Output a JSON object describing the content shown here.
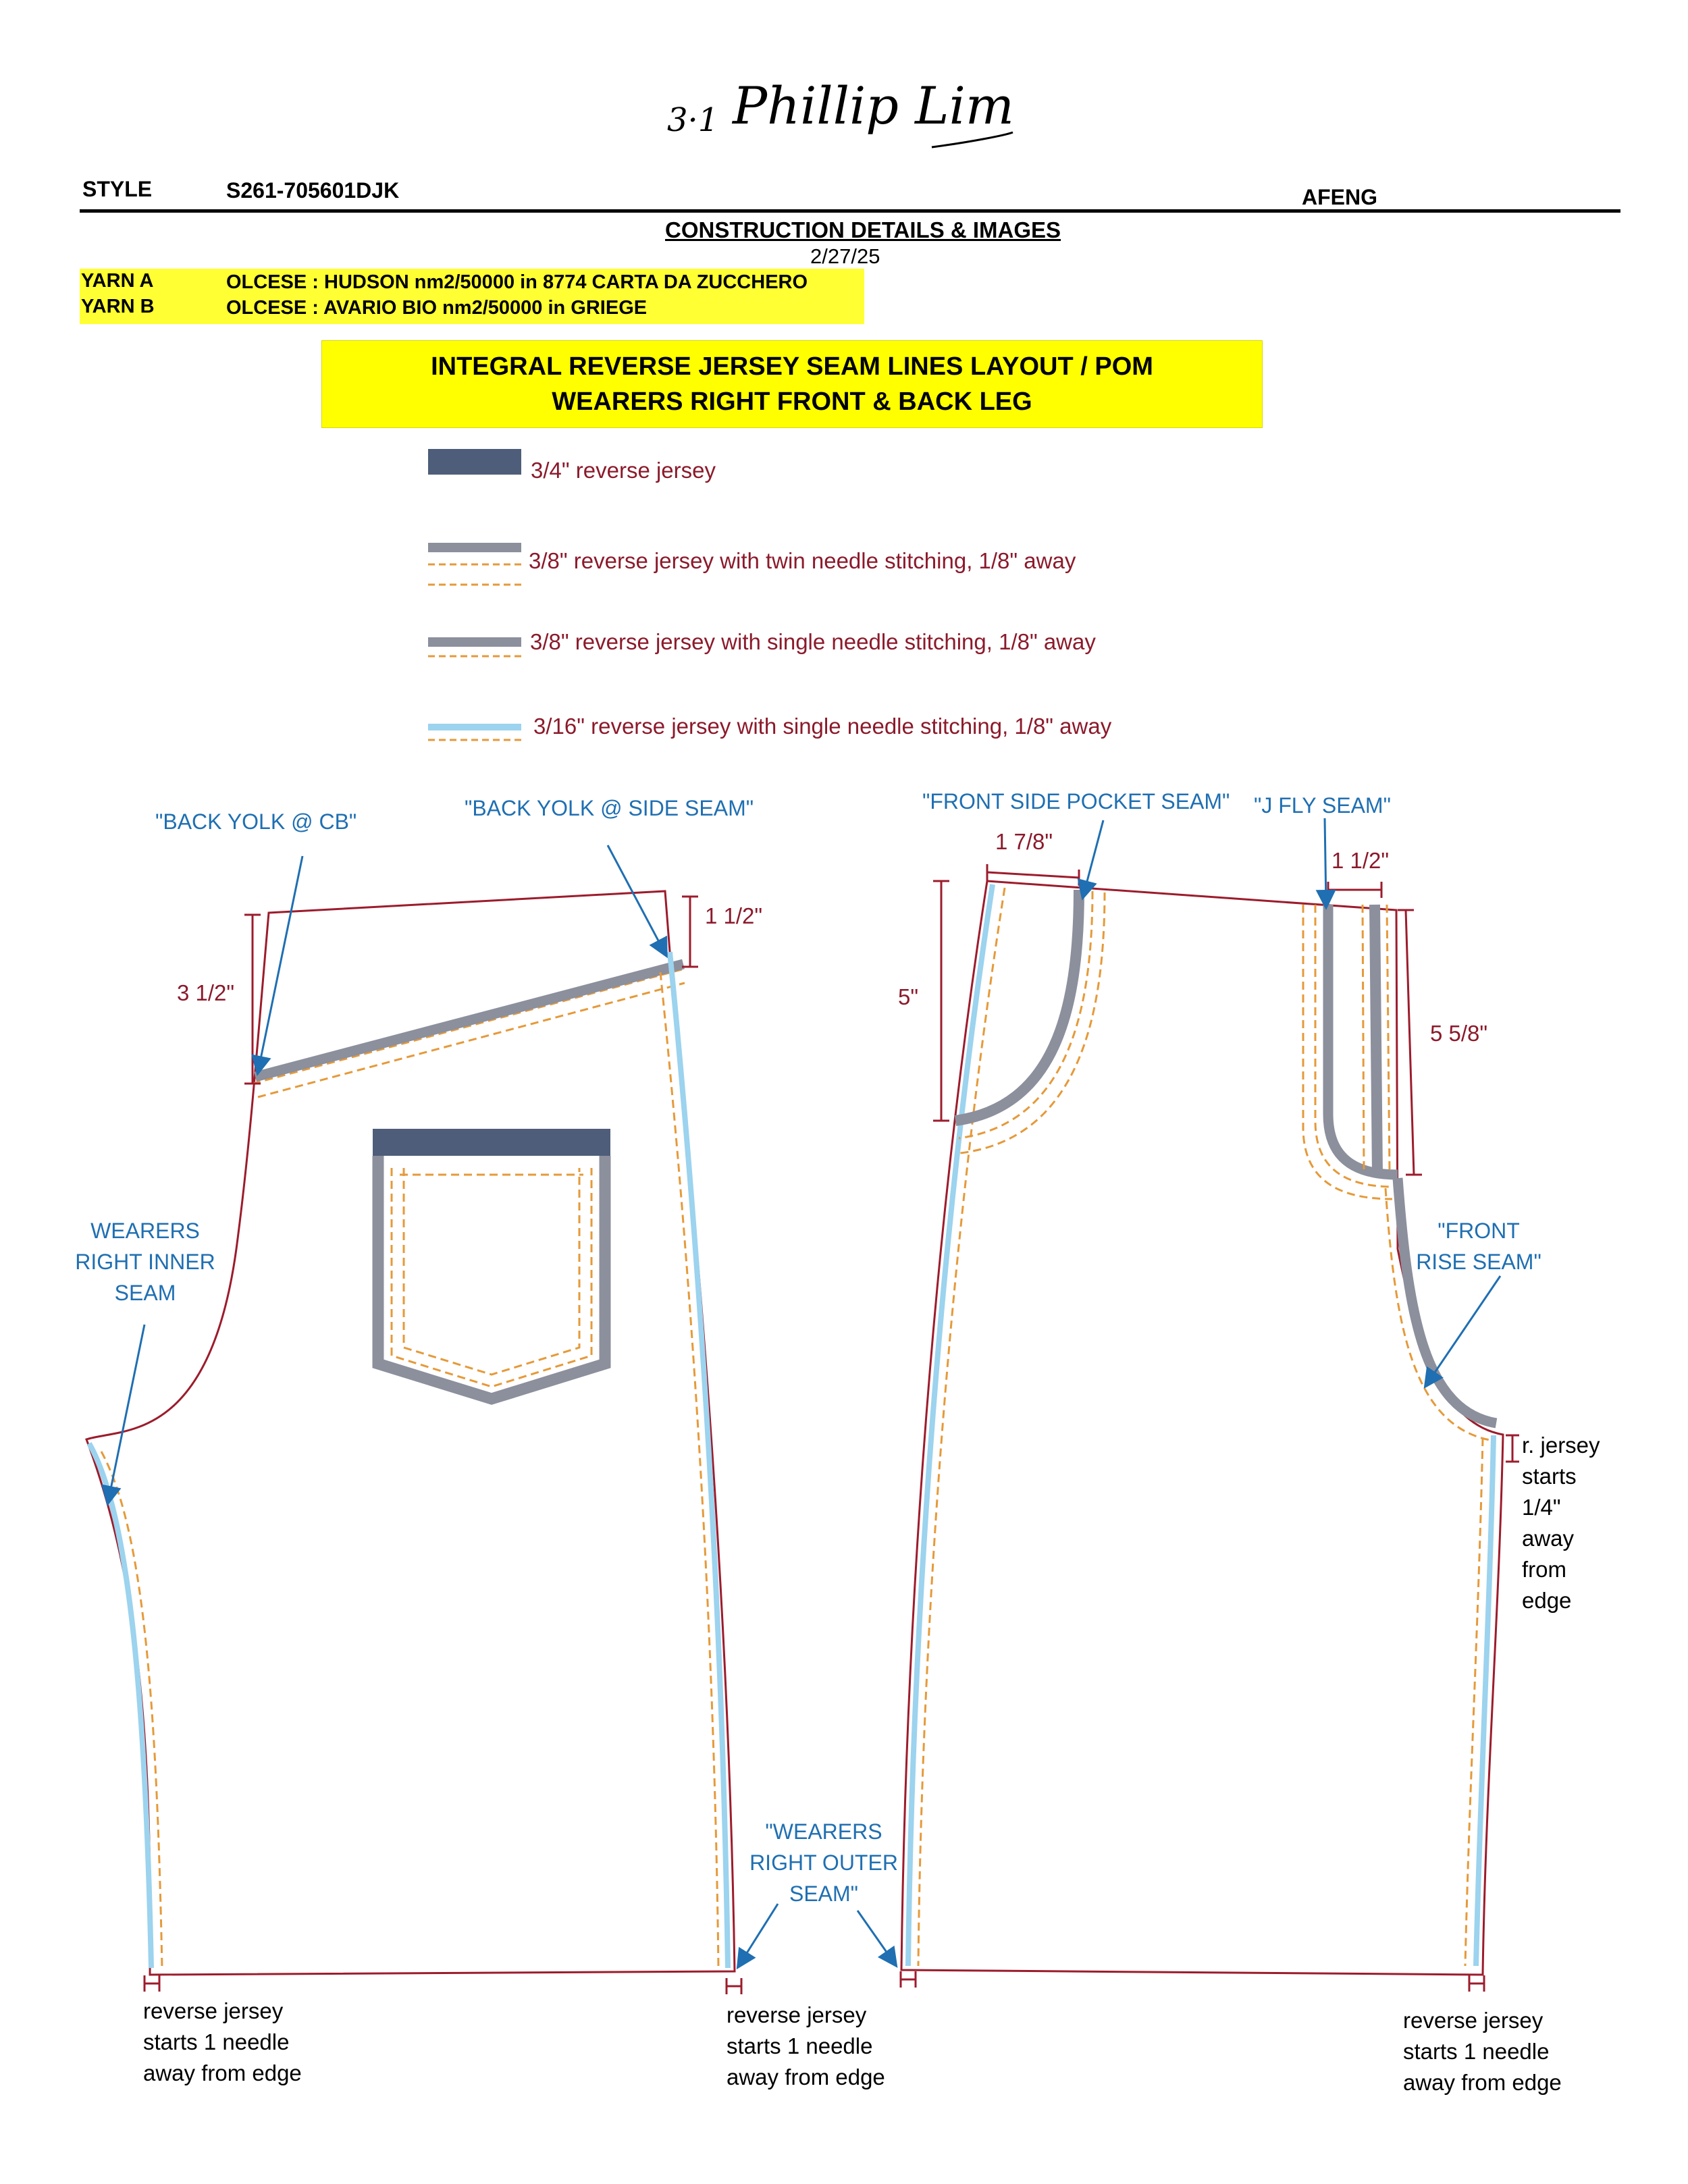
{
  "header": {
    "logo_number": "3·1",
    "logo_script": "Phillip Lim",
    "style_label": "STYLE",
    "style_value": "S261-705601DJK",
    "designer": "AFENG",
    "doc_title": "CONSTRUCTION DETAILS & IMAGES",
    "date": "2/27/25"
  },
  "yarns": [
    {
      "label": "YARN A",
      "value": "OLCESE : HUDSON nm2/50000 in 8774 CARTA DA ZUCCHERO"
    },
    {
      "label": "YARN B",
      "value": "OLCESE : AVARIO BIO nm2/50000 in GRIEGE"
    }
  ],
  "title": {
    "line1": "INTEGRAL REVERSE JERSEY SEAM LINES LAYOUT  / POM",
    "line2": "WEARERS RIGHT FRONT & BACK LEG"
  },
  "legend": [
    {
      "text": "3/4\" reverse jersey",
      "swatch": "wide-slate"
    },
    {
      "text": "3/8\" reverse jersey with twin needle stitching, 1/8\" away",
      "swatch": "gray-twin"
    },
    {
      "text": "3/8\" reverse jersey with single needle stitching, 1/8\" away",
      "swatch": "gray-single"
    },
    {
      "text": "3/16\" reverse  jersey with single needle stitching, 1/8\" away",
      "swatch": "blue-single"
    }
  ],
  "callouts": {
    "back_yolk_cb": "\"BACK YOLK @ CB\"",
    "back_yolk_side": "\"BACK YOLK @ SIDE SEAM\"",
    "front_side_pocket": "\"FRONT SIDE POCKET SEAM\"",
    "j_fly": "\"J FLY SEAM\"",
    "inner_seam": [
      "WEARERS",
      "RIGHT INNER",
      "SEAM"
    ],
    "front_rise": [
      "\"FRONT",
      "RISE SEAM\""
    ],
    "outer_seam": [
      "\"WEARERS",
      "RIGHT OUTER",
      "SEAM\""
    ]
  },
  "dimensions": {
    "back_yolk_cb": "3 1/2\"",
    "back_yolk_side": "1 1/2\"",
    "front_pocket_width": "1 7/8\"",
    "front_pocket_height": "5\"",
    "j_fly_width": "1 1/2\"",
    "j_fly_height": "5 5/8\""
  },
  "notes": {
    "back_inner_bottom": [
      "reverse jersey",
      "starts 1 needle",
      "away from edge"
    ],
    "back_outer_bottom": [
      "reverse jersey",
      "starts 1 needle",
      "away from edge"
    ],
    "front_inner_bottom": [
      "reverse jersey",
      "starts 1 needle",
      "away from edge"
    ],
    "front_crotch": [
      "r. jersey",
      "starts",
      "1/4\"",
      "away",
      "from",
      "edge"
    ]
  },
  "colors": {
    "outline": "#9c1c2c",
    "dimension": "#8b1a2b",
    "callout": "#1f6fb2",
    "stitch": "#e59a3a",
    "jersey_gray": "#8c8f9c",
    "jersey_slate": "#4e5d79",
    "jersey_blue": "#9cd3ee",
    "highlight": "#ffff00"
  }
}
